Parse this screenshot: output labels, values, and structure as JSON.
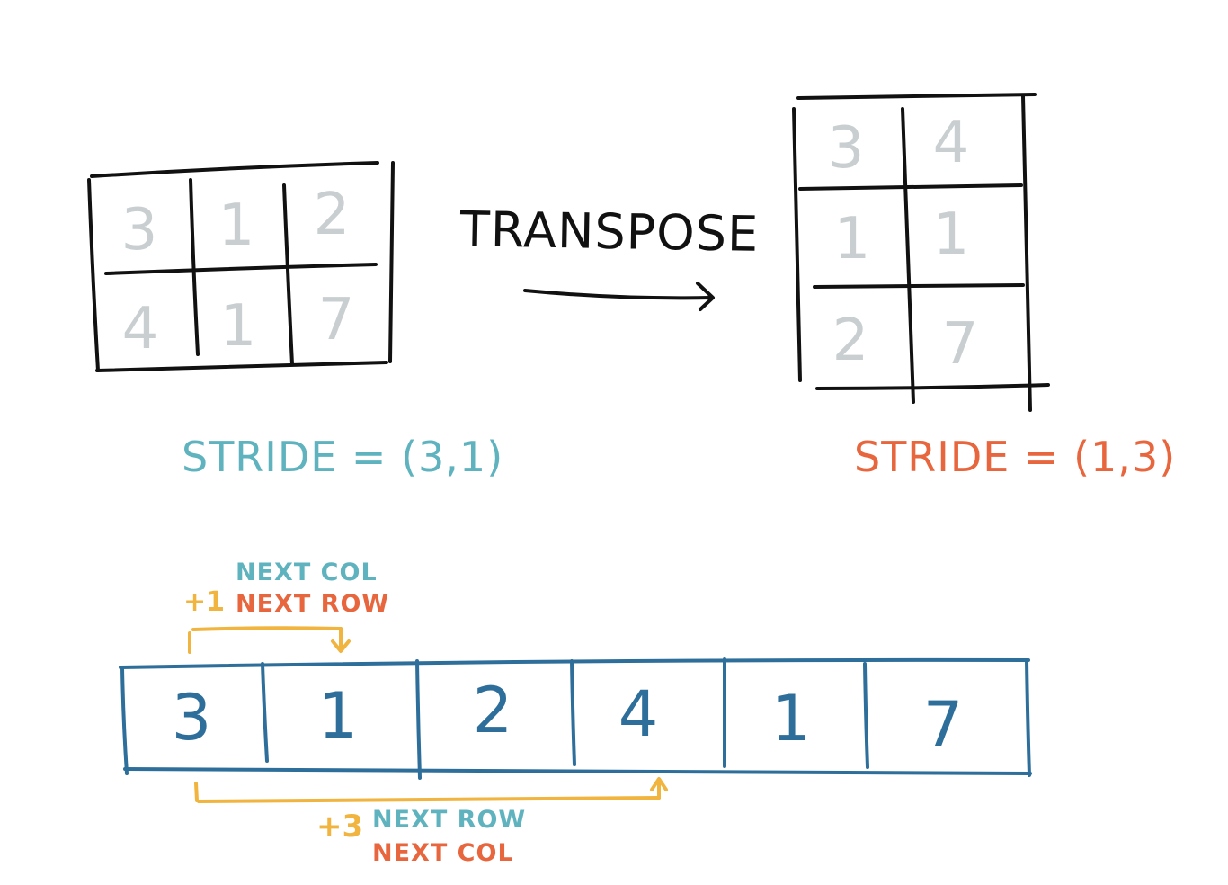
{
  "matrix": {
    "rows": [
      [
        "3",
        "1",
        "2"
      ],
      [
        "4",
        "1",
        "7"
      ]
    ]
  },
  "transposed": {
    "rows": [
      [
        "3",
        "4"
      ],
      [
        "1",
        "1"
      ],
      [
        "2",
        "7"
      ]
    ]
  },
  "transpose_label": "TRANSPOSE",
  "stride_left": "STRIDE = (3,1)",
  "stride_right": "STRIDE = (1,3)",
  "memory": [
    "3",
    "1",
    "2",
    "4",
    "1",
    "7"
  ],
  "top_annotation": {
    "offset": "+1",
    "line1": "NEXT COL",
    "line2": "NEXT ROW"
  },
  "bottom_annotation": {
    "offset": "+3",
    "line1": "NEXT ROW",
    "line2": "NEXT COL"
  },
  "colors": {
    "ink": "#111111",
    "grey_digits": "#c9cfd1",
    "teal": "#5fb3bf",
    "red": "#e8663d",
    "orange": "#f0b43f",
    "blue": "#2e6e9a"
  }
}
